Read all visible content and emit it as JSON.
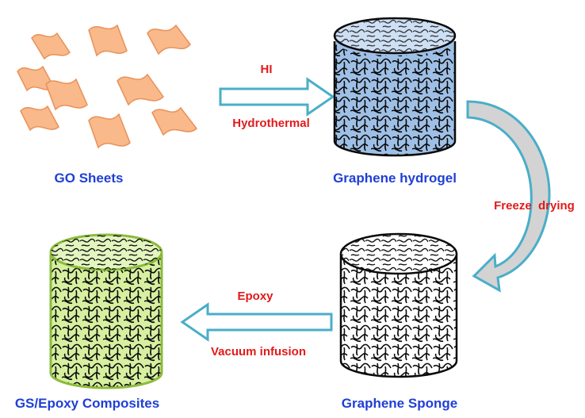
{
  "stages": {
    "go_sheets": "GO Sheets",
    "graphene_hydrogel": "Graphene hydrogel",
    "graphene_sponge": "Graphene Sponge",
    "gs_epoxy": "GS/Epoxy Composites"
  },
  "steps": {
    "hi": "HI",
    "hydrothermal": "Hydrothermal",
    "freeze_drying": "Freeze  drying",
    "epoxy": "Epoxy",
    "vacuum_infusion": "Vacuum infusion"
  },
  "colors": {
    "go_sheet_fill": "#f9b98a",
    "go_sheet_stroke": "#e8915a",
    "hydrogel_fill": "#9fc0e6",
    "sponge_fill": "#ffffff",
    "composite_fill": "#d6f0a0",
    "composite_rim": "#8dbb3d",
    "arrow_stroke": "#4aaec8",
    "arrow_curve_fill": "#d3d3d3",
    "label_blue": "#1f3fd6",
    "label_red": "#e21a1a"
  }
}
